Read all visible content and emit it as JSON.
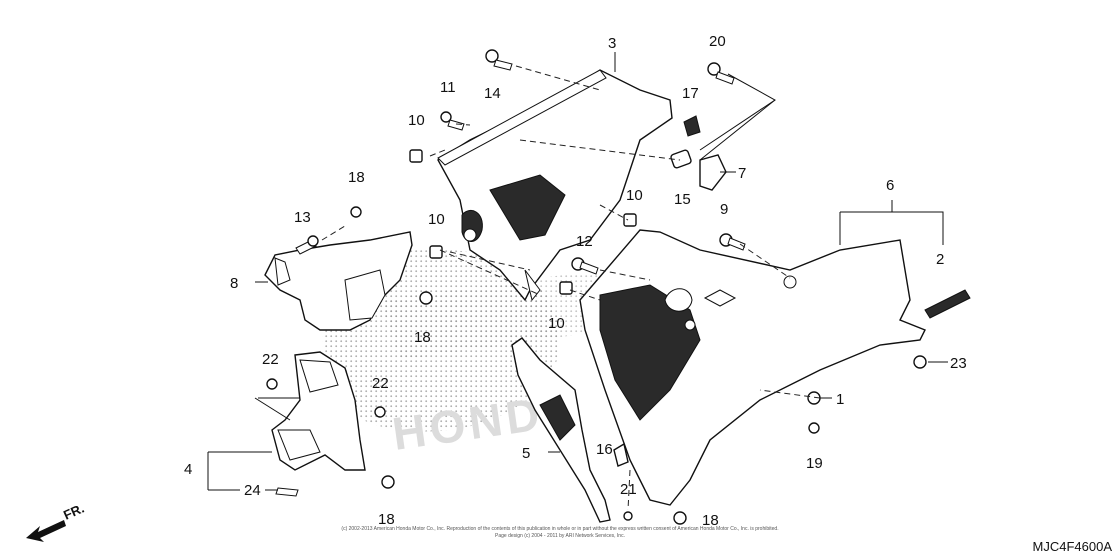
{
  "doc_code": "MJC4F4600A",
  "front_label": "FR.",
  "copyright_line1": "(c) 2002-2013 American Honda Motor Co., Inc. Reproduction of the contents of this publication in whole or in part without the express written consent of American Honda Motor Co., Inc. is prohibited.",
  "copyright_line2": "Page design (c) 2004 - 2011 by ARI Network Services, Inc.",
  "watermark_text": "HONDA",
  "callouts": {
    "c3": "3",
    "c20": "20",
    "c11": "11",
    "c14": "14",
    "c17": "17",
    "c10a": "10",
    "c10b": "10",
    "c10c": "10",
    "c10d": "10",
    "c7": "7",
    "c15": "15",
    "c18a": "18",
    "c18b": "18",
    "c18c": "18",
    "c18d": "18",
    "c13": "13",
    "c9": "9",
    "c6": "6",
    "c12": "12",
    "c2": "2",
    "c8": "8",
    "c22a": "22",
    "c22b": "22",
    "c23": "23",
    "c1": "1",
    "c4": "4",
    "c5": "5",
    "c16": "16",
    "c19": "19",
    "c24": "24",
    "c21": "21"
  }
}
